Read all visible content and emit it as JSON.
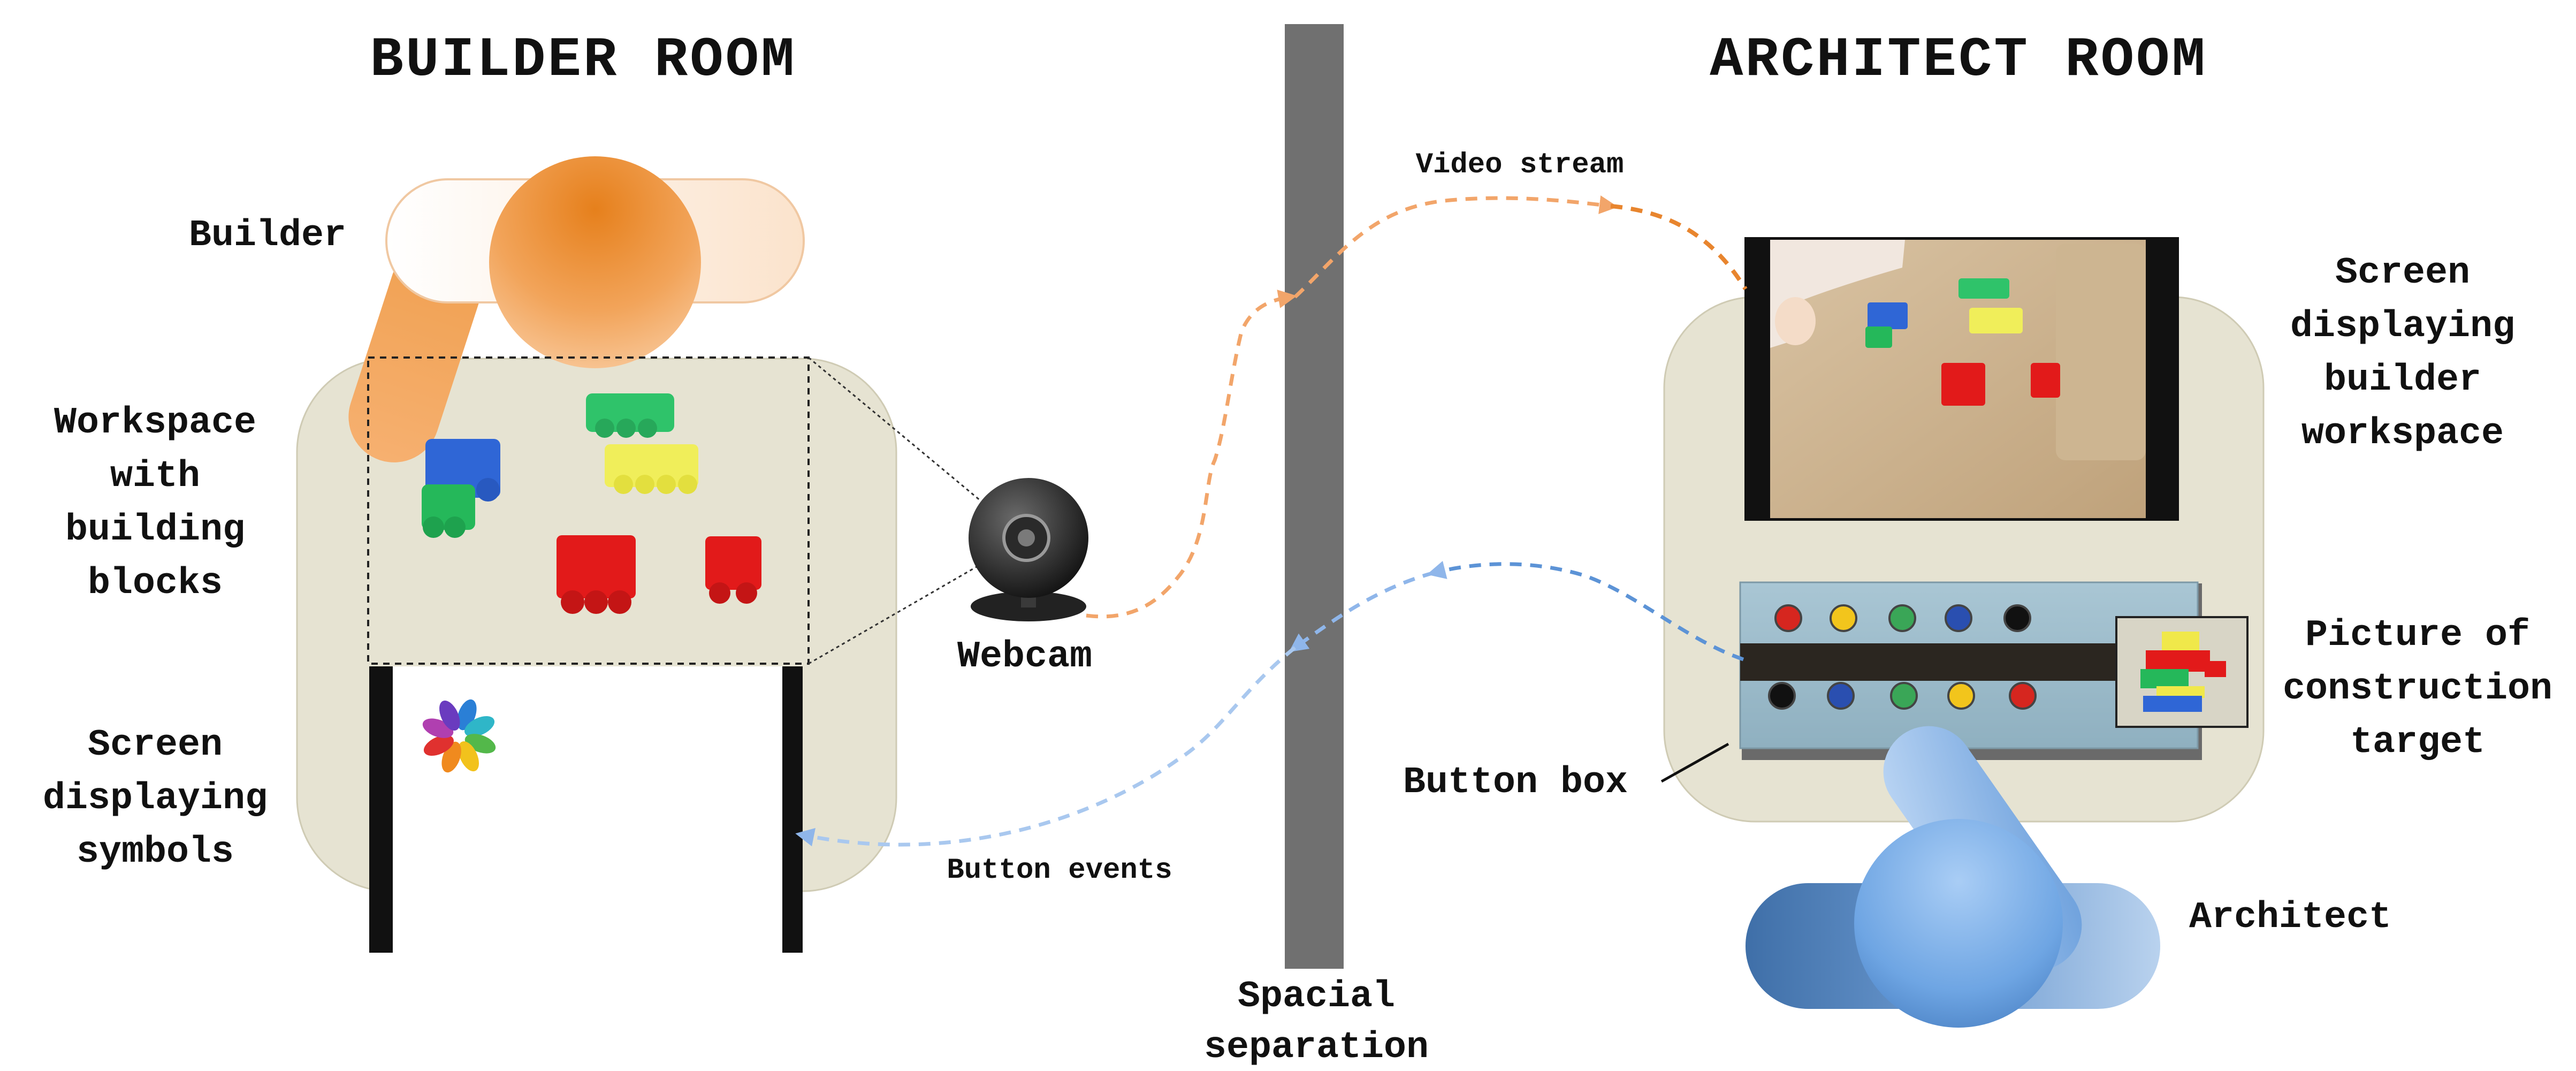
{
  "rooms": {
    "builder_title": "BUILDER ROOM",
    "architect_title": "ARCHITECT ROOM"
  },
  "builder_side": {
    "builder": "Builder",
    "workspace": [
      "Workspace",
      "with",
      "building",
      "blocks"
    ],
    "screen": [
      "Screen",
      "displaying",
      "symbols"
    ],
    "webcam": "Webcam"
  },
  "architect_side": {
    "screen": [
      "Screen",
      "displaying",
      "builder",
      "workspace"
    ],
    "picture": [
      "Picture of",
      "construction",
      "target"
    ],
    "button_box": "Button box",
    "architect": "Architect"
  },
  "separation": [
    "Spacial",
    "separation"
  ],
  "streams": {
    "video": "Video stream",
    "buttons": "Button events"
  },
  "colors": {
    "builder_orange": "#ee8a2a",
    "architect_blue": "#5c93d6",
    "table_beige": "#e6e3d2",
    "separator_gray": "#707070",
    "video_arrow": "#f2a56a",
    "button_arrow": "#8fb6ea"
  },
  "button_box_colors": {
    "top_row": [
      "#d6261f",
      "#f2c51c",
      "#3aa657",
      "#2a4fb0",
      "#111111"
    ],
    "bottom_row": [
      "#111111",
      "#2a4fb0",
      "#3aa657",
      "#f2c51c",
      "#d6261f"
    ]
  }
}
